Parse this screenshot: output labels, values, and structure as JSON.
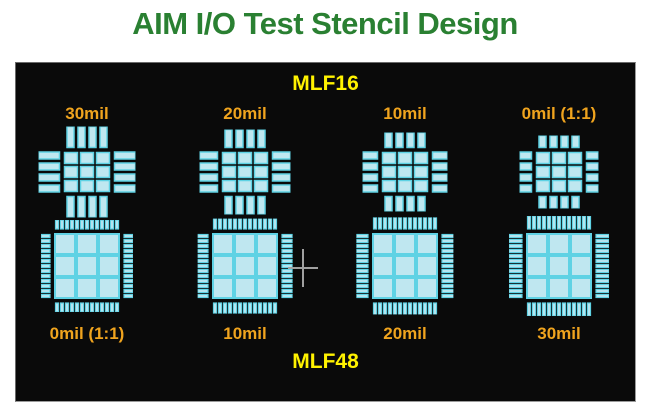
{
  "title": "AIM I/O Test Stencil Design",
  "panel": {
    "top_group_label": "MLF16",
    "bottom_group_label": "MLF48",
    "columns": [
      {
        "top_label": "30mil",
        "bottom_label": "0mil (1:1)",
        "mlf16_extension_mil": 30,
        "mlf48_extension_mil": 0
      },
      {
        "top_label": "20mil",
        "bottom_label": "10mil",
        "mlf16_extension_mil": 20,
        "mlf48_extension_mil": 10
      },
      {
        "top_label": "10mil",
        "bottom_label": "20mil",
        "mlf16_extension_mil": 10,
        "mlf48_extension_mil": 20
      },
      {
        "top_label": "0mil (1:1)",
        "bottom_label": "30mil",
        "mlf16_extension_mil": 0,
        "mlf48_extension_mil": 30
      }
    ],
    "patterns": {
      "mlf16": {
        "pads_per_side": 4,
        "center_grid": "3x3"
      },
      "mlf48": {
        "pads_per_side": 13,
        "center_grid": "3x3"
      }
    },
    "crosshair_present": true
  },
  "colors": {
    "title_green": "#2a8032",
    "label_orange": "#f0a41e",
    "group_label_yellow": "#fff200",
    "aperture_fill": "#bfe7f0",
    "aperture_stroke": "#5fd2e4",
    "panel_bg": "#0a0a0a",
    "panel_border_gray": "#9b9b9b",
    "crosshair_gray": "#a0a0a0",
    "page_bg": "#ffffff"
  }
}
